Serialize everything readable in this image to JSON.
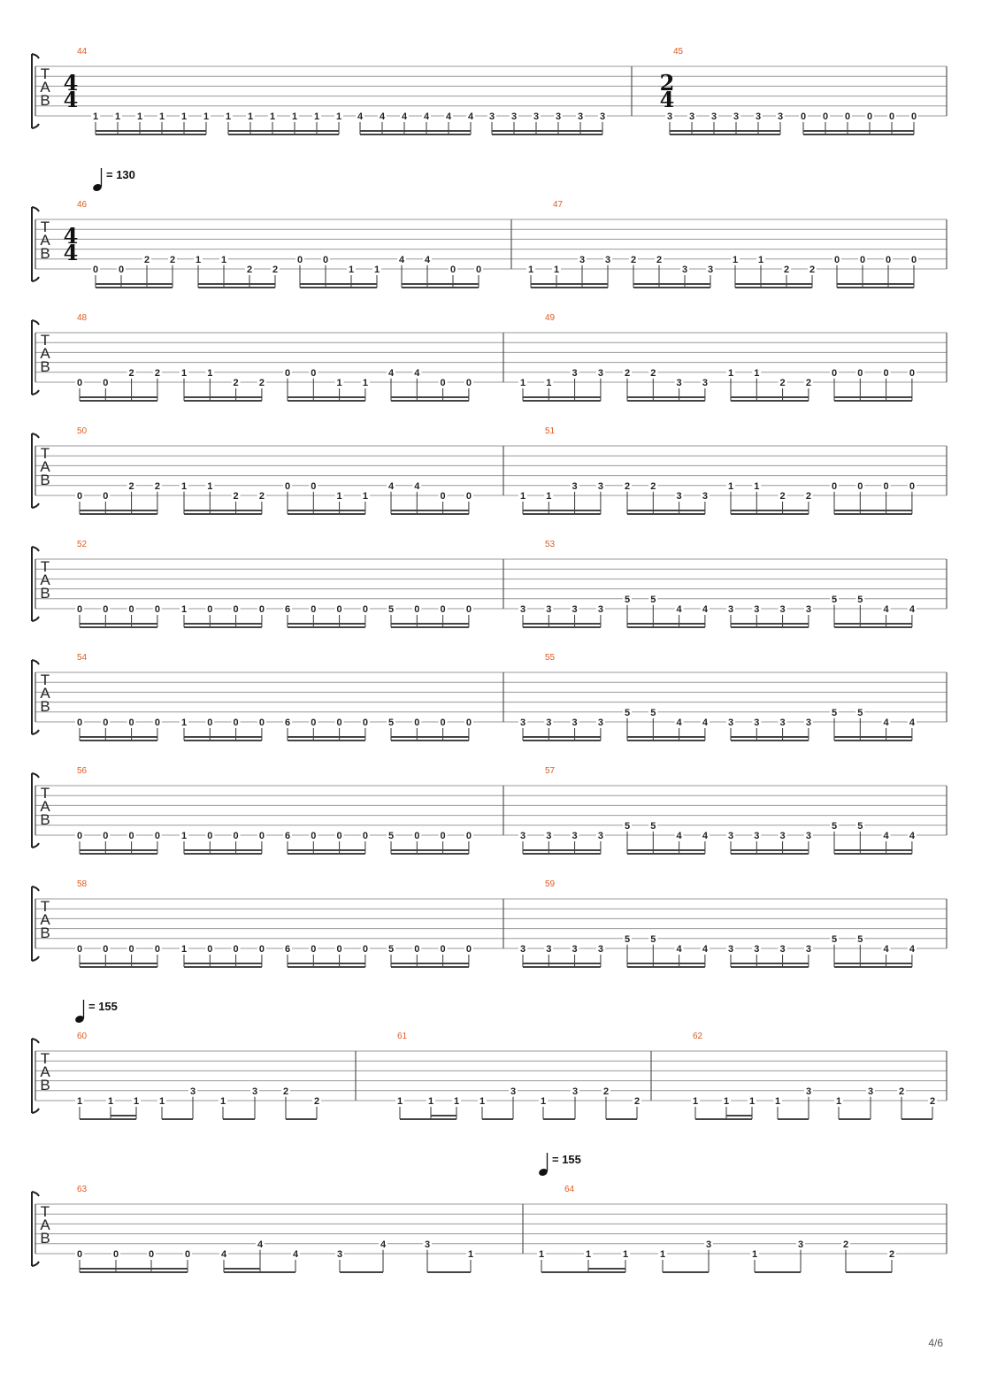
{
  "page_number": "4/6",
  "colors": {
    "measure_number": "#e05a1e",
    "staff": "#999999",
    "ink": "#222222"
  },
  "clef_letters": [
    "T",
    "A",
    "B"
  ],
  "systems": [
    {
      "tempo": "",
      "measures": [
        {
          "number": "44",
          "time_signature": [
            "4",
            "4"
          ],
          "groups": [
            [
              "1",
              "1",
              "1",
              "1",
              "1",
              "1"
            ],
            [
              "1",
              "1",
              "1",
              "1",
              "1",
              "1"
            ],
            [
              "4",
              "4",
              "4",
              "4",
              "4",
              "4"
            ],
            [
              "3",
              "3",
              "3",
              "3",
              "3",
              "3"
            ]
          ]
        },
        {
          "number": "45",
          "time_signature": [
            "2",
            "4"
          ],
          "groups": [
            [
              "3",
              "3",
              "3",
              "3",
              "3",
              "3"
            ],
            [
              "0",
              "0",
              "0",
              "0",
              "0",
              "0"
            ]
          ]
        }
      ]
    },
    {
      "tempo": "= 130",
      "measures": [
        {
          "number": "46",
          "time_signature": [
            "4",
            "4"
          ],
          "groups": [
            [
              "0",
              "0",
              "2",
              "2"
            ],
            [
              "1",
              "1",
              "2",
              "2"
            ],
            [
              "0",
              "0",
              "1",
              "1"
            ],
            [
              "4",
              "4",
              "0",
              "0"
            ]
          ]
        },
        {
          "number": "47",
          "time_signature": null,
          "groups": [
            [
              "1",
              "1",
              "3",
              "3"
            ],
            [
              "2",
              "2",
              "3",
              "3"
            ],
            [
              "1",
              "1",
              "2",
              "2"
            ],
            [
              "0",
              "0",
              "0",
              "0"
            ]
          ]
        }
      ]
    },
    {
      "tempo": "",
      "measures": [
        {
          "number": "48",
          "time_signature": null,
          "groups": [
            [
              "0",
              "0",
              "2",
              "2"
            ],
            [
              "1",
              "1",
              "2",
              "2"
            ],
            [
              "0",
              "0",
              "1",
              "1"
            ],
            [
              "4",
              "4",
              "0",
              "0"
            ]
          ]
        },
        {
          "number": "49",
          "time_signature": null,
          "groups": [
            [
              "1",
              "1",
              "3",
              "3"
            ],
            [
              "2",
              "2",
              "3",
              "3"
            ],
            [
              "1",
              "1",
              "2",
              "2"
            ],
            [
              "0",
              "0",
              "0",
              "0"
            ]
          ]
        }
      ]
    },
    {
      "tempo": "",
      "measures": [
        {
          "number": "50",
          "time_signature": null,
          "groups": [
            [
              "0",
              "0",
              "2",
              "2"
            ],
            [
              "1",
              "1",
              "2",
              "2"
            ],
            [
              "0",
              "0",
              "1",
              "1"
            ],
            [
              "4",
              "4",
              "0",
              "0"
            ]
          ]
        },
        {
          "number": "51",
          "time_signature": null,
          "groups": [
            [
              "1",
              "1",
              "3",
              "3"
            ],
            [
              "2",
              "2",
              "3",
              "3"
            ],
            [
              "1",
              "1",
              "2",
              "2"
            ],
            [
              "0",
              "0",
              "0",
              "0"
            ]
          ]
        }
      ]
    },
    {
      "tempo": "",
      "measures": [
        {
          "number": "52",
          "time_signature": null,
          "groups": [
            [
              "0",
              "0",
              "0",
              "0"
            ],
            [
              "1",
              "0",
              "0",
              "0"
            ],
            [
              "6",
              "0",
              "0",
              "0"
            ],
            [
              "5",
              "0",
              "0",
              "0"
            ]
          ]
        },
        {
          "number": "53",
          "time_signature": null,
          "groups": [
            [
              "3",
              "3",
              "3",
              "3"
            ],
            [
              "5",
              "5",
              "4",
              "4"
            ],
            [
              "3",
              "3",
              "3",
              "3"
            ],
            [
              "5",
              "5",
              "4",
              "4"
            ]
          ]
        }
      ]
    },
    {
      "tempo": "",
      "measures": [
        {
          "number": "54",
          "time_signature": null,
          "groups": [
            [
              "0",
              "0",
              "0",
              "0"
            ],
            [
              "1",
              "0",
              "0",
              "0"
            ],
            [
              "6",
              "0",
              "0",
              "0"
            ],
            [
              "5",
              "0",
              "0",
              "0"
            ]
          ]
        },
        {
          "number": "55",
          "time_signature": null,
          "groups": [
            [
              "3",
              "3",
              "3",
              "3"
            ],
            [
              "5",
              "5",
              "4",
              "4"
            ],
            [
              "3",
              "3",
              "3",
              "3"
            ],
            [
              "5",
              "5",
              "4",
              "4"
            ]
          ]
        }
      ]
    },
    {
      "tempo": "",
      "measures": [
        {
          "number": "56",
          "time_signature": null,
          "groups": [
            [
              "0",
              "0",
              "0",
              "0"
            ],
            [
              "1",
              "0",
              "0",
              "0"
            ],
            [
              "6",
              "0",
              "0",
              "0"
            ],
            [
              "5",
              "0",
              "0",
              "0"
            ]
          ]
        },
        {
          "number": "57",
          "time_signature": null,
          "groups": [
            [
              "3",
              "3",
              "3",
              "3"
            ],
            [
              "5",
              "5",
              "4",
              "4"
            ],
            [
              "3",
              "3",
              "3",
              "3"
            ],
            [
              "5",
              "5",
              "4",
              "4"
            ]
          ]
        }
      ]
    },
    {
      "tempo": "",
      "measures": [
        {
          "number": "58",
          "time_signature": null,
          "groups": [
            [
              "0",
              "0",
              "0",
              "0"
            ],
            [
              "1",
              "0",
              "0",
              "0"
            ],
            [
              "6",
              "0",
              "0",
              "0"
            ],
            [
              "5",
              "0",
              "0",
              "0"
            ]
          ]
        },
        {
          "number": "59",
          "time_signature": null,
          "groups": [
            [
              "3",
              "3",
              "3",
              "3"
            ],
            [
              "5",
              "5",
              "4",
              "4"
            ],
            [
              "3",
              "3",
              "3",
              "3"
            ],
            [
              "5",
              "5",
              "4",
              "4"
            ]
          ]
        }
      ]
    },
    {
      "tempo": "= 155",
      "measures": [
        {
          "number": "60",
          "time_signature": null,
          "groups": [
            [
              "1",
              "1",
              "1"
            ],
            [
              "1",
              "3"
            ],
            [
              "1",
              "3"
            ],
            [
              "2",
              "2"
            ]
          ]
        },
        {
          "number": "61",
          "time_signature": null,
          "groups": [
            [
              "1",
              "1",
              "1"
            ],
            [
              "1",
              "3"
            ],
            [
              "1",
              "3"
            ],
            [
              "2",
              "2"
            ]
          ]
        },
        {
          "number": "62",
          "time_signature": null,
          "groups": [
            [
              "1",
              "1",
              "1"
            ],
            [
              "1",
              "3"
            ],
            [
              "1",
              "3"
            ],
            [
              "2",
              "2"
            ]
          ]
        }
      ]
    },
    {
      "tempo": "",
      "measures": [
        {
          "number": "63",
          "time_signature": null,
          "tempo": "",
          "groups": [
            [
              "0",
              "0",
              "0",
              "0"
            ],
            [
              "4",
              "4",
              "4"
            ],
            [
              "3",
              "4"
            ],
            [
              "3",
              "1"
            ]
          ]
        },
        {
          "number": "64",
          "time_signature": null,
          "tempo": "= 155",
          "groups": [
            [
              "1",
              "1",
              "1"
            ],
            [
              "1",
              "3"
            ],
            [
              "1",
              "3"
            ],
            [
              "2",
              "2"
            ]
          ]
        }
      ]
    }
  ]
}
